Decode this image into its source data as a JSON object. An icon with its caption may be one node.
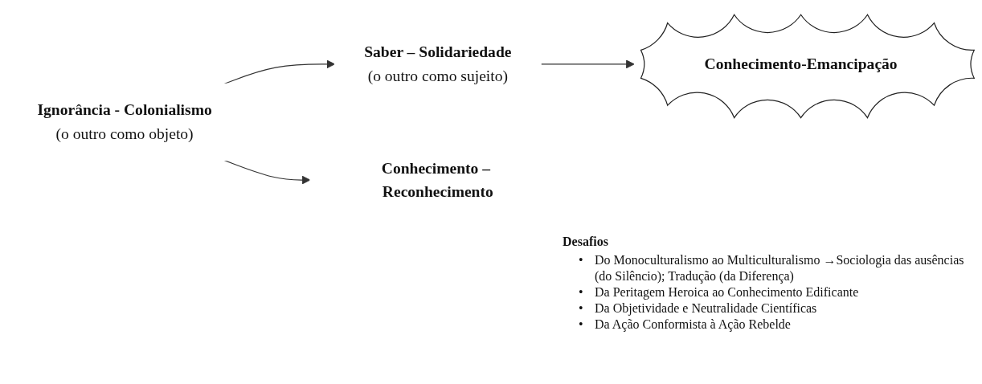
{
  "diagram": {
    "nodes": [
      {
        "text": [
          "Ignorância - Colonialismo",
          "(o outro como objeto)"
        ]
      },
      {
        "text": [
          "Saber – Solidariedade",
          "(o outro como sujeito)"
        ]
      },
      {
        "text": [
          "Conhecimento – Reconhecimento"
        ]
      },
      {
        "text": [
          "Conhecimento-Emancipação"
        ]
      }
    ],
    "edges": [
      {
        "from": 0,
        "to": 1,
        "arrow": "to"
      },
      {
        "from": 0,
        "to": 2,
        "arrow": "to"
      },
      {
        "from": 1,
        "to": 3,
        "arrow": "to"
      }
    ],
    "labels": [
      "Desafios",
      "•",
      "Do Monoculturalismo ao Multiculturalismo →Sociologia das ausências (do Silêncio); Tradução (da Diferença)",
      "•",
      "Da Peritagem Heroica ao Conhecimento Edificante",
      "•",
      "Da Objetividade e Neutralidade Científicas",
      "•",
      "Da Ação Conformista à Ação Rebelde"
    ]
  }
}
